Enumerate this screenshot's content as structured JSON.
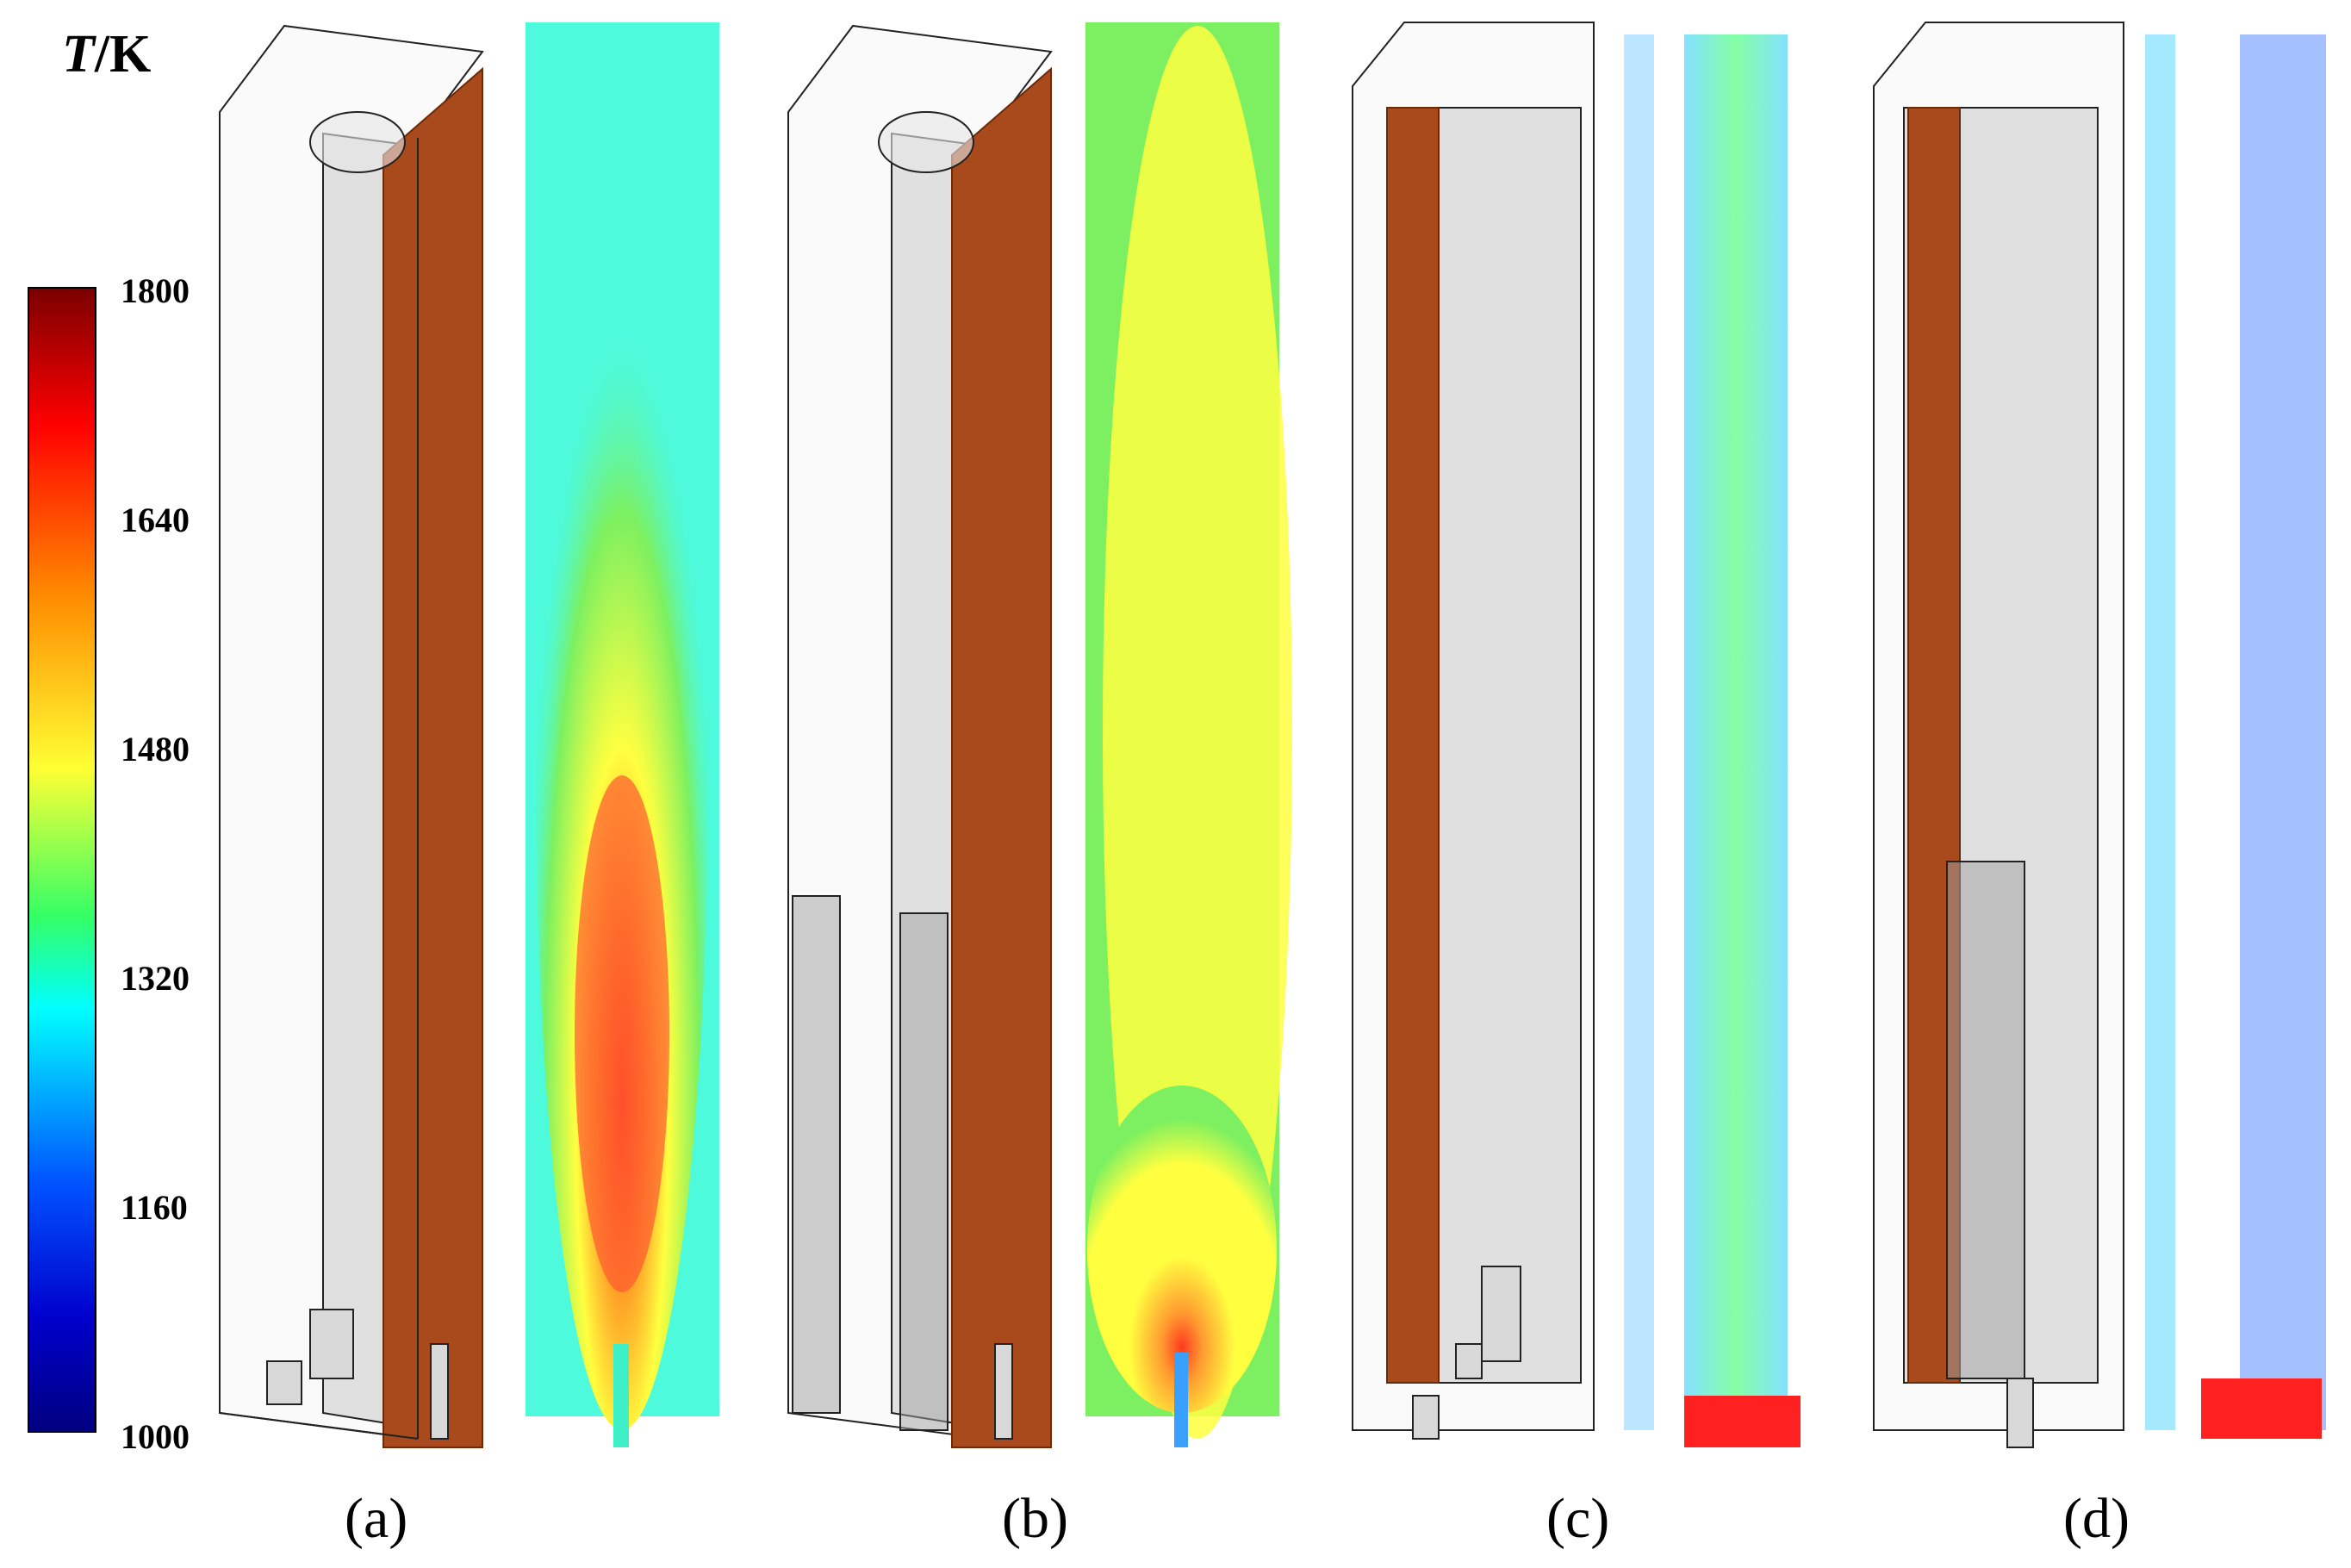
{
  "colorbar": {
    "symbol": "T",
    "unit": "/K",
    "ticks": [
      "1800",
      "1640",
      "1480",
      "1320",
      "1160",
      "1000"
    ],
    "colors": [
      "#7a0000",
      "#ff2a00",
      "#ff9a00",
      "#ffff33",
      "#33ff33",
      "#00ffff",
      "#0060ff",
      "#0000cc",
      "#000080"
    ]
  },
  "panels": [
    {
      "label": "(a)",
      "type": "temperature-contour"
    },
    {
      "label": "(b)",
      "type": "temperature-contour"
    },
    {
      "label": "(c)",
      "type": "velocity-vectors"
    },
    {
      "label": "(d)",
      "type": "velocity-vectors"
    }
  ],
  "colors": {
    "burner_plate": "#a94a1c",
    "geometry_fill": "#cfcfcf",
    "contour_background": "#4dfadc"
  }
}
